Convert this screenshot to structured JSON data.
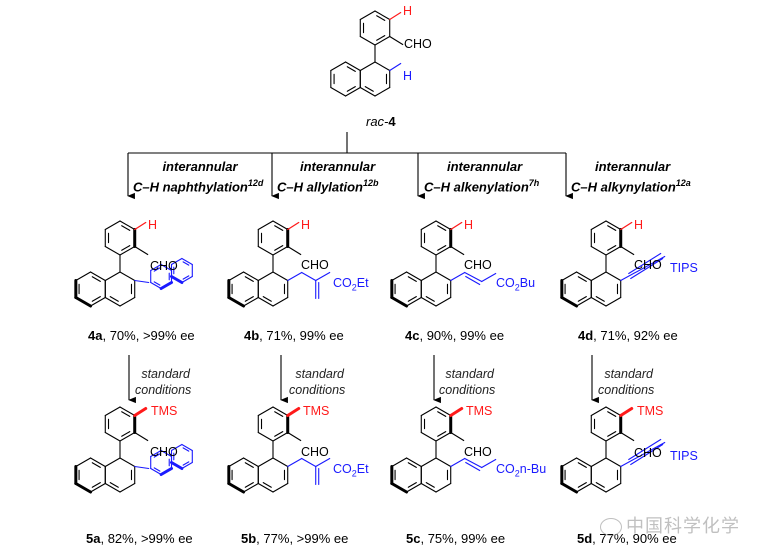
{
  "start": {
    "label_prefix": "rac-",
    "label_num": "4",
    "substituent": "CHO",
    "h_red": "H",
    "h_blue": "H"
  },
  "reactions": [
    {
      "line1": "interannular",
      "line2": "C–H naphthylation",
      "ref": "12d"
    },
    {
      "line1": "interannular",
      "line2": "C–H allylation",
      "ref": "12b"
    },
    {
      "line1": "interannular",
      "line2": "C–H alkenylation",
      "ref": "7h"
    },
    {
      "line1": "interannular",
      "line2": "C–H alkynylation",
      "ref": "12a"
    }
  ],
  "products_row1": [
    {
      "id": "4a",
      "yield": "70%",
      "ee": ">99% ee",
      "h": "H",
      "cho": "CHO",
      "group": ""
    },
    {
      "id": "4b",
      "yield": "71%",
      "ee": "99% ee",
      "h": "H",
      "cho": "CHO",
      "group_main": "CO",
      "group_sub": "2",
      "group_tail": "Et"
    },
    {
      "id": "4c",
      "yield": "90%",
      "ee": "99% ee",
      "h": "H",
      "cho": "CHO",
      "group_main": "CO",
      "group_sub": "2",
      "group_tail": "Bu"
    },
    {
      "id": "4d",
      "yield": "71%",
      "ee": "92% ee",
      "h": "H",
      "cho": "CHO",
      "group_main": "TIPS"
    }
  ],
  "step2": {
    "line1": "standard",
    "line2": "conditions"
  },
  "products_row2": [
    {
      "id": "5a",
      "yield": "82%",
      "ee": ">99% ee",
      "tms": "TMS",
      "cho": "CHO"
    },
    {
      "id": "5b",
      "yield": "77%",
      "ee": ">99% ee",
      "tms": "TMS",
      "cho": "CHO",
      "group_main": "CO",
      "group_sub": "2",
      "group_tail": "Et"
    },
    {
      "id": "5c",
      "yield": "75%",
      "ee": "99% ee",
      "tms": "TMS",
      "cho": "CHO",
      "group_main": "CO",
      "group_sub": "2",
      "group_tail": "n-Bu"
    },
    {
      "id": "5d",
      "yield": "77%",
      "ee": "90% ee",
      "tms": "TMS",
      "cho": "CHO",
      "group_main": "TIPS"
    }
  ],
  "watermark": "中国科学化学",
  "colors": {
    "red": "#ff1a1a",
    "blue": "#1a1aff",
    "line": "#000000"
  }
}
